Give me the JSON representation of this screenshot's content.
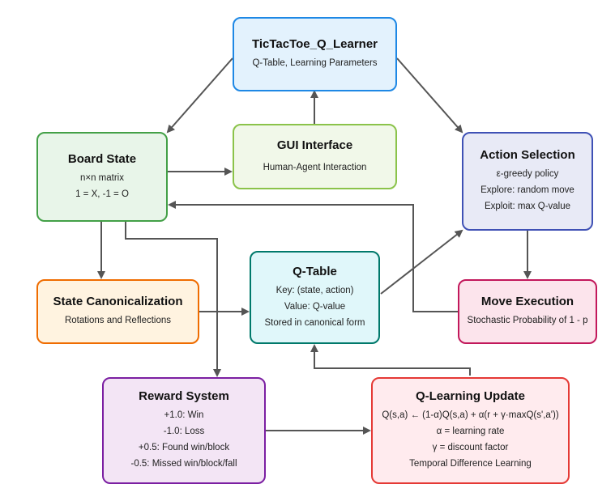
{
  "nodes": {
    "learner": {
      "title": "TicTacToe_Q_Learner",
      "lines": [
        "Q-Table, Learning Parameters"
      ],
      "fill": "#e3f2fd",
      "stroke": "#1e88e5"
    },
    "board": {
      "title": "Board State",
      "lines": [
        "n×n matrix",
        "1 = X, -1 = O"
      ],
      "fill": "#e8f5e9",
      "stroke": "#43a047"
    },
    "gui": {
      "title": "GUI Interface",
      "lines": [
        "Human-Agent Interaction"
      ],
      "fill": "#f1f8e9",
      "stroke": "#8bc34a"
    },
    "action": {
      "title": "Action Selection",
      "lines": [
        "ε-greedy policy",
        "Explore: random move",
        "Exploit: max Q-value"
      ],
      "fill": "#e8eaf6",
      "stroke": "#3f51b5"
    },
    "canon": {
      "title": "State Canonicalization",
      "lines": [
        "Rotations and Reflections"
      ],
      "fill": "#fff3e0",
      "stroke": "#ef6c00"
    },
    "qtable": {
      "title": "Q-Table",
      "lines": [
        "Key: (state, action)",
        "Value: Q-value",
        "Stored in canonical form"
      ],
      "fill": "#e0f7fa",
      "stroke": "#00796b"
    },
    "move": {
      "title": "Move Execution",
      "lines": [
        "Stochastic Probability of 1 - p"
      ],
      "fill": "#fce4ec",
      "stroke": "#c2185b"
    },
    "reward": {
      "title": "Reward System",
      "lines": [
        "+1.0: Win",
        "-1.0: Loss",
        "+0.5: Found win/block",
        "-0.5: Missed win/block/fall"
      ],
      "fill": "#f3e5f5",
      "stroke": "#7b1fa2"
    },
    "update": {
      "title": "Q-Learning Update",
      "lines": [
        "Q(s,a) ← (1-α)Q(s,a) + α(r + γ·maxQ(s',a'))",
        "α = learning rate",
        "γ = discount factor",
        "Temporal Difference Learning"
      ],
      "fill": "#ffebee",
      "stroke": "#e53935"
    }
  },
  "edge_color": "#555555"
}
